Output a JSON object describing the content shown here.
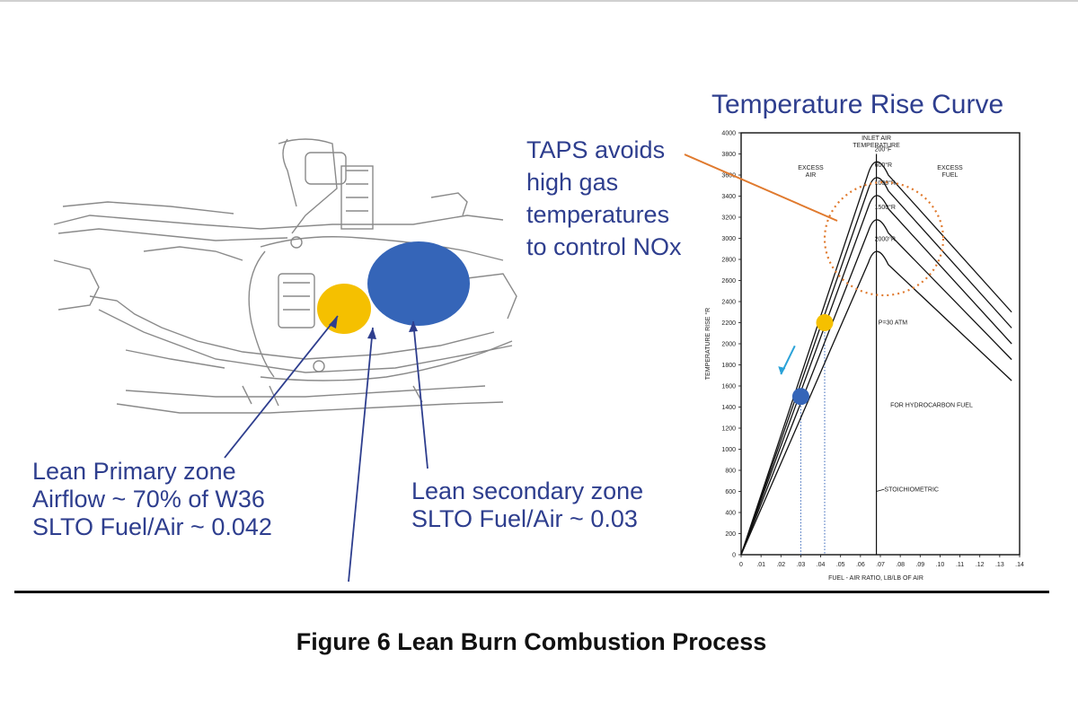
{
  "figure": {
    "caption": "Figure 6  Lean Burn Combustion Process"
  },
  "annotations": {
    "taps_lines": [
      "TAPS avoids",
      "high gas",
      "temperatures",
      "to control NOx"
    ],
    "primary_lines": [
      "Lean Primary zone",
      "Airflow ~ 70% of W36",
      "SLTO Fuel/Air ~ 0.042"
    ],
    "secondary_lines": [
      "Lean secondary zone",
      "SLTO Fuel/Air ~ 0.03"
    ]
  },
  "colors": {
    "text_blue": "#2e3e8e",
    "primary_zone_yellow": "#f5c000",
    "secondary_zone_blue": "#3565b8",
    "callout_orange": "#e07a2e",
    "arrow_cyan": "#2aa2d8"
  },
  "chart_data": {
    "type": "line",
    "title": "Temperature Rise Curve",
    "xlabel": "FUEL - AIR RATIO, LB/LB OF AIR",
    "ylabel": "TEMPERATURE RISE °R",
    "xlim": [
      0,
      0.14
    ],
    "ylim": [
      0,
      4000
    ],
    "x_ticks": [
      "0",
      ".01",
      ".02",
      ".03",
      ".04",
      ".05",
      ".06",
      ".07",
      ".08",
      ".09",
      ".10",
      ".11",
      ".12",
      ".13",
      ".14"
    ],
    "y_ticks": [
      "0",
      "200",
      "400",
      "600",
      "800",
      "1000",
      "1200",
      "1400",
      "1600",
      "1800",
      "2000",
      "2200",
      "2400",
      "2600",
      "2800",
      "3000",
      "3200",
      "3400",
      "3600",
      "3800",
      "4000"
    ],
    "annotations": {
      "inlet_air": "INLET AIR\nTEMPERATURE",
      "excess_air": "EXCESS\nAIR",
      "excess_fuel": "EXCESS\nFUEL",
      "pressure": "P=30 ATM",
      "fuel_note": "FOR HYDROCARBON FUEL",
      "stoich": "STOICHIOMETRIC"
    },
    "series": [
      {
        "name": "200°F",
        "peak": [
          0.068,
          3800
        ],
        "end": [
          0.136,
          2300
        ]
      },
      {
        "name": "600°R",
        "peak": [
          0.068,
          3650
        ],
        "end": [
          0.136,
          2150
        ]
      },
      {
        "name": "1000°R",
        "peak": [
          0.068,
          3480
        ],
        "end": [
          0.136,
          2000
        ]
      },
      {
        "name": "1500°R",
        "peak": [
          0.068,
          3250
        ],
        "end": [
          0.136,
          1850
        ]
      },
      {
        "name": "2000°R",
        "peak": [
          0.068,
          2950
        ],
        "end": [
          0.136,
          1650
        ]
      }
    ],
    "markers": [
      {
        "zone": "primary",
        "x": 0.042,
        "y": 2200
      },
      {
        "zone": "secondary",
        "x": 0.03,
        "y": 1500
      }
    ]
  }
}
